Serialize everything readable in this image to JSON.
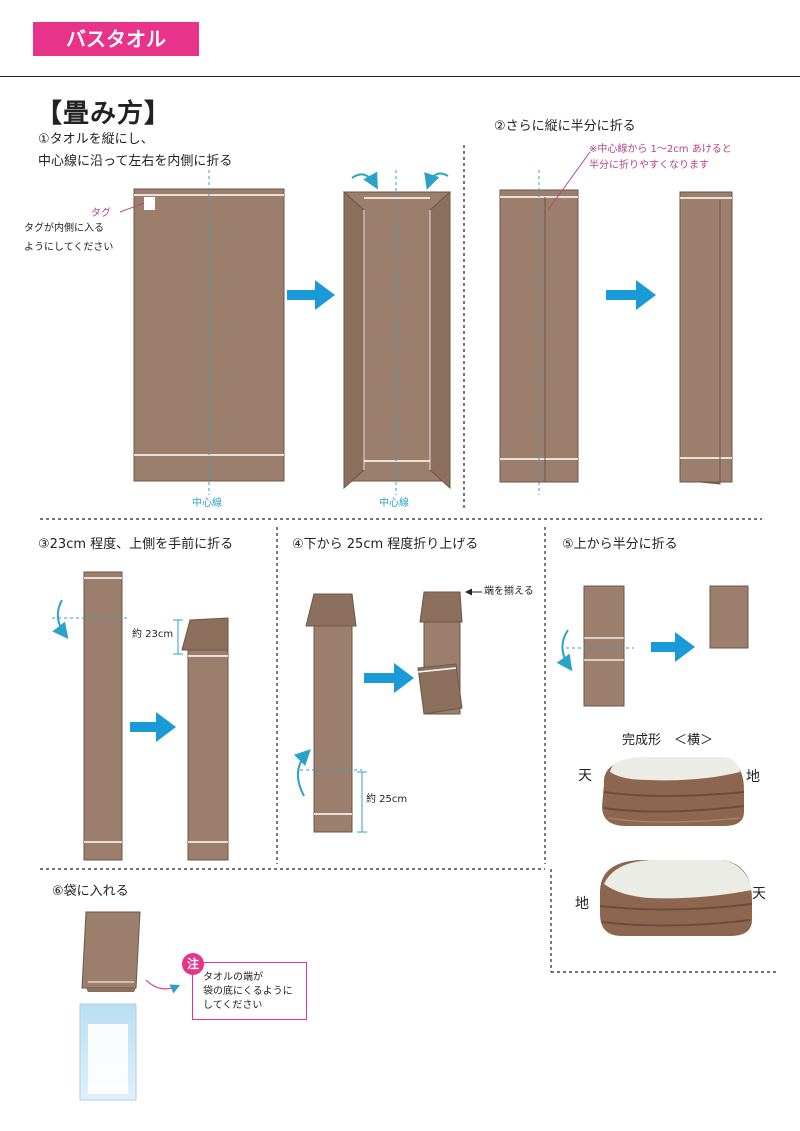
{
  "header": {
    "title": "バスタオル"
  },
  "section_title": "【畳み方】",
  "steps": {
    "s1_line1": "①タオルを縦にし、",
    "s1_line2": "中心線に沿って左右を内側に折る",
    "tag_label": "タグ",
    "tag_note_line1": "タグが内側に入る",
    "tag_note_line2": "ようにしてください",
    "centerline_a": "中心線",
    "centerline_b": "中心線",
    "s2": "②さらに縦に半分に折る",
    "s2_note_line1": "※中心線から 1〜2cm あけると",
    "s2_note_line2": "半分に折りやすくなります",
    "s3": "③23cm 程度、上側を手前に折る",
    "s3_measure": "約 23cm",
    "s4": "④下から 25cm 程度折り上げる",
    "s4_measure": "約 25cm",
    "s4_align": "端を揃える",
    "s5": "⑤上から半分に折る",
    "s6": "⑥袋に入れる"
  },
  "finished": {
    "title": "完成形　＜横＞",
    "photo1_left": "天",
    "photo1_right": "地",
    "photo2_left": "地",
    "photo2_right": "天"
  },
  "note": {
    "badge": "注",
    "line1": "タオルの端が",
    "line2": "袋の底にくるように",
    "line3": "してください"
  },
  "colors": {
    "accent_pink": "#e8338a",
    "towel_brown": "#9c7e6c",
    "arrow_blue": "#1a9ad6",
    "guide_teal": "#2aa3c8"
  }
}
